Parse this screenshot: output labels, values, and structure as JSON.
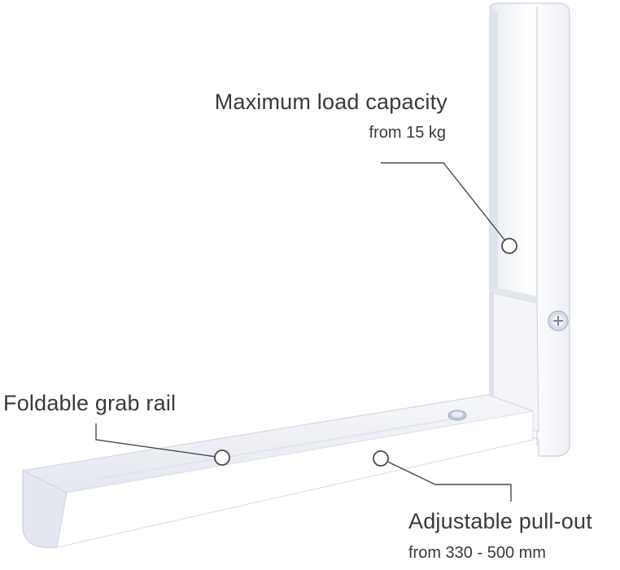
{
  "callouts": {
    "load": {
      "title": "Maximum load capacity",
      "detail": "from 15 kg"
    },
    "rail": {
      "title": "Foldable grab rail"
    },
    "pullout": {
      "title": "Adjustable pull-out",
      "detail": "from 330 - 500 mm"
    }
  },
  "colors": {
    "bracket": "#ffffff",
    "bracket_shade": "#dfe3ec",
    "bracket_edge": "#c7ccd8",
    "leader": "#4a4a4a",
    "text": "#3a3a3a"
  },
  "icons": [
    "screw-icon",
    "marker-dot-icon"
  ]
}
